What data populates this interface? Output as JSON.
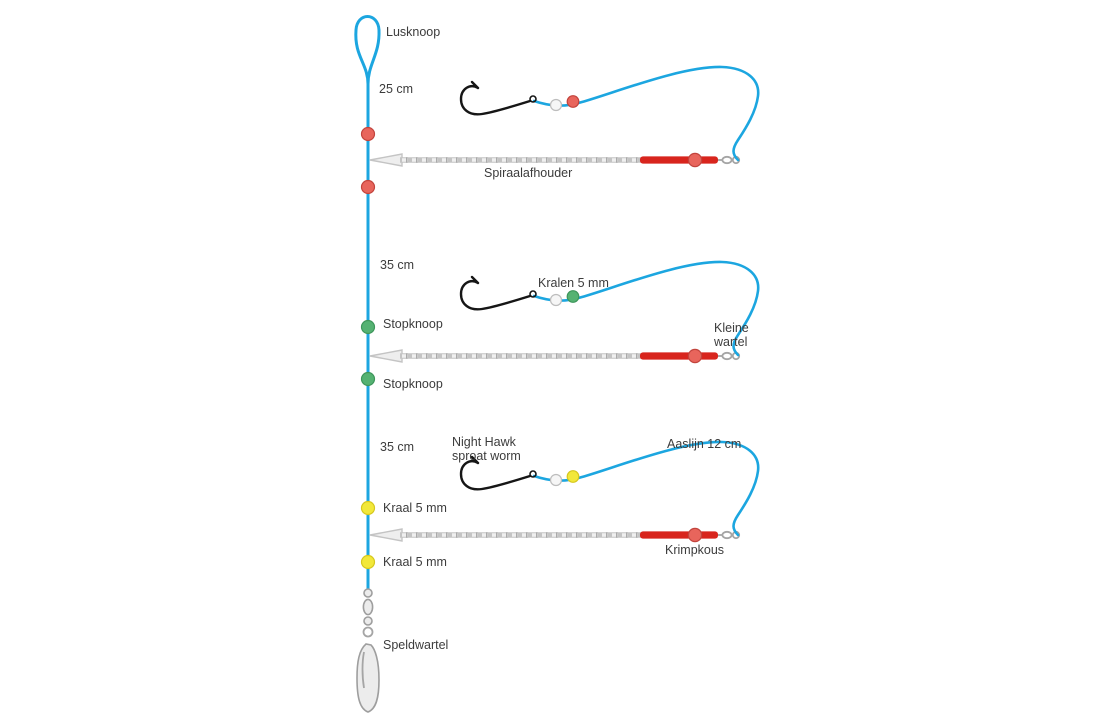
{
  "colors": {
    "line-blue": "#1ca6e0",
    "wire-gray": "#c4c4c4",
    "wire-light": "#efefef",
    "hook-black": "#161616",
    "bead-red": "#e8655c",
    "bead-green": "#55b272",
    "bead-yellow": "#f2e83a",
    "tube-red": "#d8251d",
    "text": "#3c3c3c"
  },
  "labels": {
    "lusknoop": "Lusknoop",
    "seg_top": "25 cm",
    "spiraalafhouder": "Spiraalafhouder",
    "seg_mid": "35 cm",
    "kralen": "Kralen 5 mm",
    "stopknoop_top": "Stopknoop",
    "kleine_wartel_line1": "Kleine",
    "kleine_wartel_line2": "wartel",
    "stopknoop_bottom": "Stopknoop",
    "seg_bottom": "35 cm",
    "hook_name_line1": "Night Hawk",
    "hook_name_line2": "sproat worm",
    "aaslijn": "Aaslijn 12 cm",
    "kraal_top": "Kraal 5 mm",
    "krimpkous": "Krimpkous",
    "kraal_bottom": "Kraal 5 mm",
    "speldwartel": "Speldwartel"
  }
}
